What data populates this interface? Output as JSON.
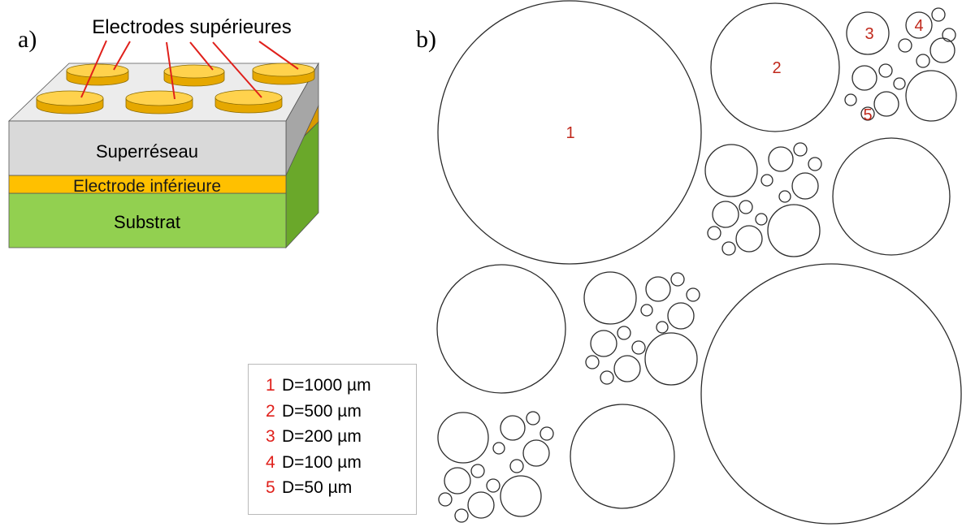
{
  "panel_a": {
    "label": "a)",
    "top_electrodes_label": "Electrodes supérieures",
    "superlattice_label": "Superréseau",
    "bottom_electrode_label": "Electrode inférieure",
    "substrate_label": "Substrat"
  },
  "panel_b": {
    "label": "b)",
    "circle_numbers": [
      "1",
      "2",
      "3",
      "4",
      "5"
    ]
  },
  "legend": {
    "items": [
      {
        "num": "1",
        "text": "D=1000 µm"
      },
      {
        "num": "2",
        "text": "D=500 µm"
      },
      {
        "num": "3",
        "text": "D=200 µm"
      },
      {
        "num": "4",
        "text": "D=100 µm"
      },
      {
        "num": "5",
        "text": "D=50 µm"
      }
    ]
  },
  "colors": {
    "electrode": "#f5c542",
    "superlattice_front": "#d9d9d9",
    "superlattice_top": "#ececec",
    "superlattice_side": "#a6a6a6",
    "bottom_electrode": "#ffc000",
    "substrate_front": "#92d050",
    "substrate_side": "#6aa82a",
    "leader_lines": "#e0201b",
    "number_text": "#c0281b"
  }
}
